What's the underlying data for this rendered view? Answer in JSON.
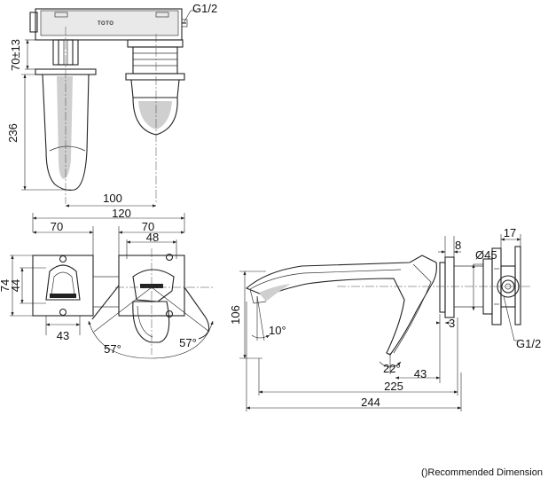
{
  "labels": {
    "g12_top": "G1/2",
    "dim_70_13": "70±13",
    "dim_236": "236",
    "dim_100": "100",
    "dim_120": "120",
    "dim_70_left": "70",
    "dim_70_right": "70",
    "dim_48": "48",
    "dim_74": "74",
    "dim_44": "44",
    "dim_43_plan": "43",
    "dim_57_left": "57°",
    "dim_57_right": "57°",
    "dim_106": "106",
    "dim_10deg": "10°",
    "dim_22deg": "22°",
    "dim_43_side": "43",
    "dim_225": "225",
    "dim_244": "244",
    "dim_8": "8",
    "dim_45": "Ø45",
    "dim_17": "17",
    "dim_3": "3",
    "g12_side": "G1/2",
    "brand": "TOTO"
  },
  "footnote": "()Recommended Dimension"
}
